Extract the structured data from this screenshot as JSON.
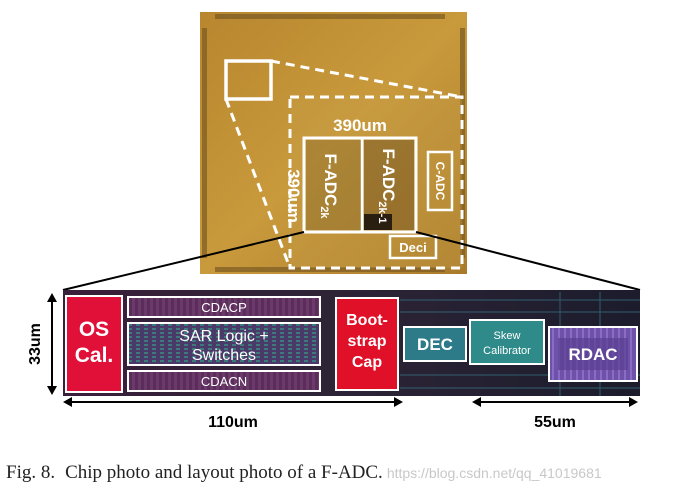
{
  "figure": {
    "chip_photo": {
      "dimension_h": "390um",
      "dimension_v": "390um",
      "blocks": {
        "fadc_left_main": "F-ADC",
        "fadc_left_sub": "2k",
        "fadc_right_main": "F-ADC",
        "fadc_right_sub": "2k-1",
        "cadc": "C-ADC",
        "deci": "Deci"
      }
    },
    "layout": {
      "dimension_height": "33um",
      "dimension_left_width": "110um",
      "dimension_right_width": "55um",
      "blocks": {
        "os_cal_line1": "OS",
        "os_cal_line2": "Cal.",
        "cdacp": "CDACP",
        "sar_line1": "SAR Logic +",
        "sar_line2": "Switches",
        "cdacn": "CDACN",
        "bootstrap_line1": "Boot-",
        "bootstrap_line2": "strap",
        "bootstrap_line3": "Cap",
        "dec": "DEC",
        "skew_line1": "Skew",
        "skew_line2": "Calibrator",
        "rdac": "RDAC"
      }
    },
    "caption": {
      "label": "Fig. 8.",
      "text": "Chip photo and layout photo of a F-ADC.",
      "watermark": "https://blog.csdn.net/qq_41019681"
    }
  }
}
